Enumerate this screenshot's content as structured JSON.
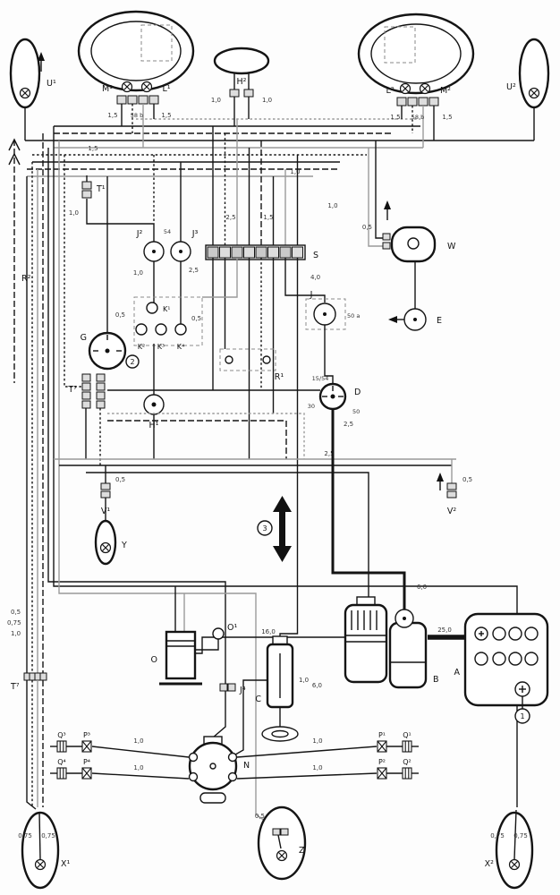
{
  "labels": {
    "u1": "U¹",
    "u2": "U²",
    "m1": "M¹",
    "l1": "L¹",
    "l2": "L²",
    "m2": "M²",
    "h2": "H²",
    "h1": "H¹",
    "t1": "T¹",
    "t7a": "T⁷",
    "t7b": "T⁷",
    "r1": "R¹",
    "r2": "R²",
    "j": "J",
    "j2": "J²",
    "j3": "J³",
    "j4": "J⁴",
    "s": "S",
    "w": "W",
    "e": "E",
    "g": "G",
    "d": "D",
    "y": "Y",
    "o": "O",
    "o1": "O¹",
    "k1": "K¹",
    "k2": "K²",
    "k3": "K³",
    "k4": "K⁴",
    "v1": "V¹",
    "v2": "V²",
    "a": "A",
    "b": "B",
    "c": "C",
    "n": "N",
    "z": "Z",
    "x1": "X¹",
    "x2": "X²",
    "q1": "Q¹",
    "q2": "Q²",
    "q3": "Q³",
    "q4": "Q⁴",
    "p1": "P¹",
    "p2": "P²",
    "p3": "P³",
    "p4": "P⁴"
  },
  "terminals": {
    "t30": "30",
    "t50": "50",
    "t15_54": "15/54",
    "t54": "54",
    "t50a": "50 a",
    "t58b": "58 b"
  },
  "gauges": {
    "g05": "0,5",
    "g075": "0,75",
    "g10": "1,0",
    "g15": "1,5",
    "g25": "2,5",
    "g40": "4,0",
    "g60": "6,0",
    "g160": "16,0",
    "g250": "25,0"
  },
  "callouts": {
    "c1": "1",
    "c2": "2",
    "c3": "3"
  }
}
